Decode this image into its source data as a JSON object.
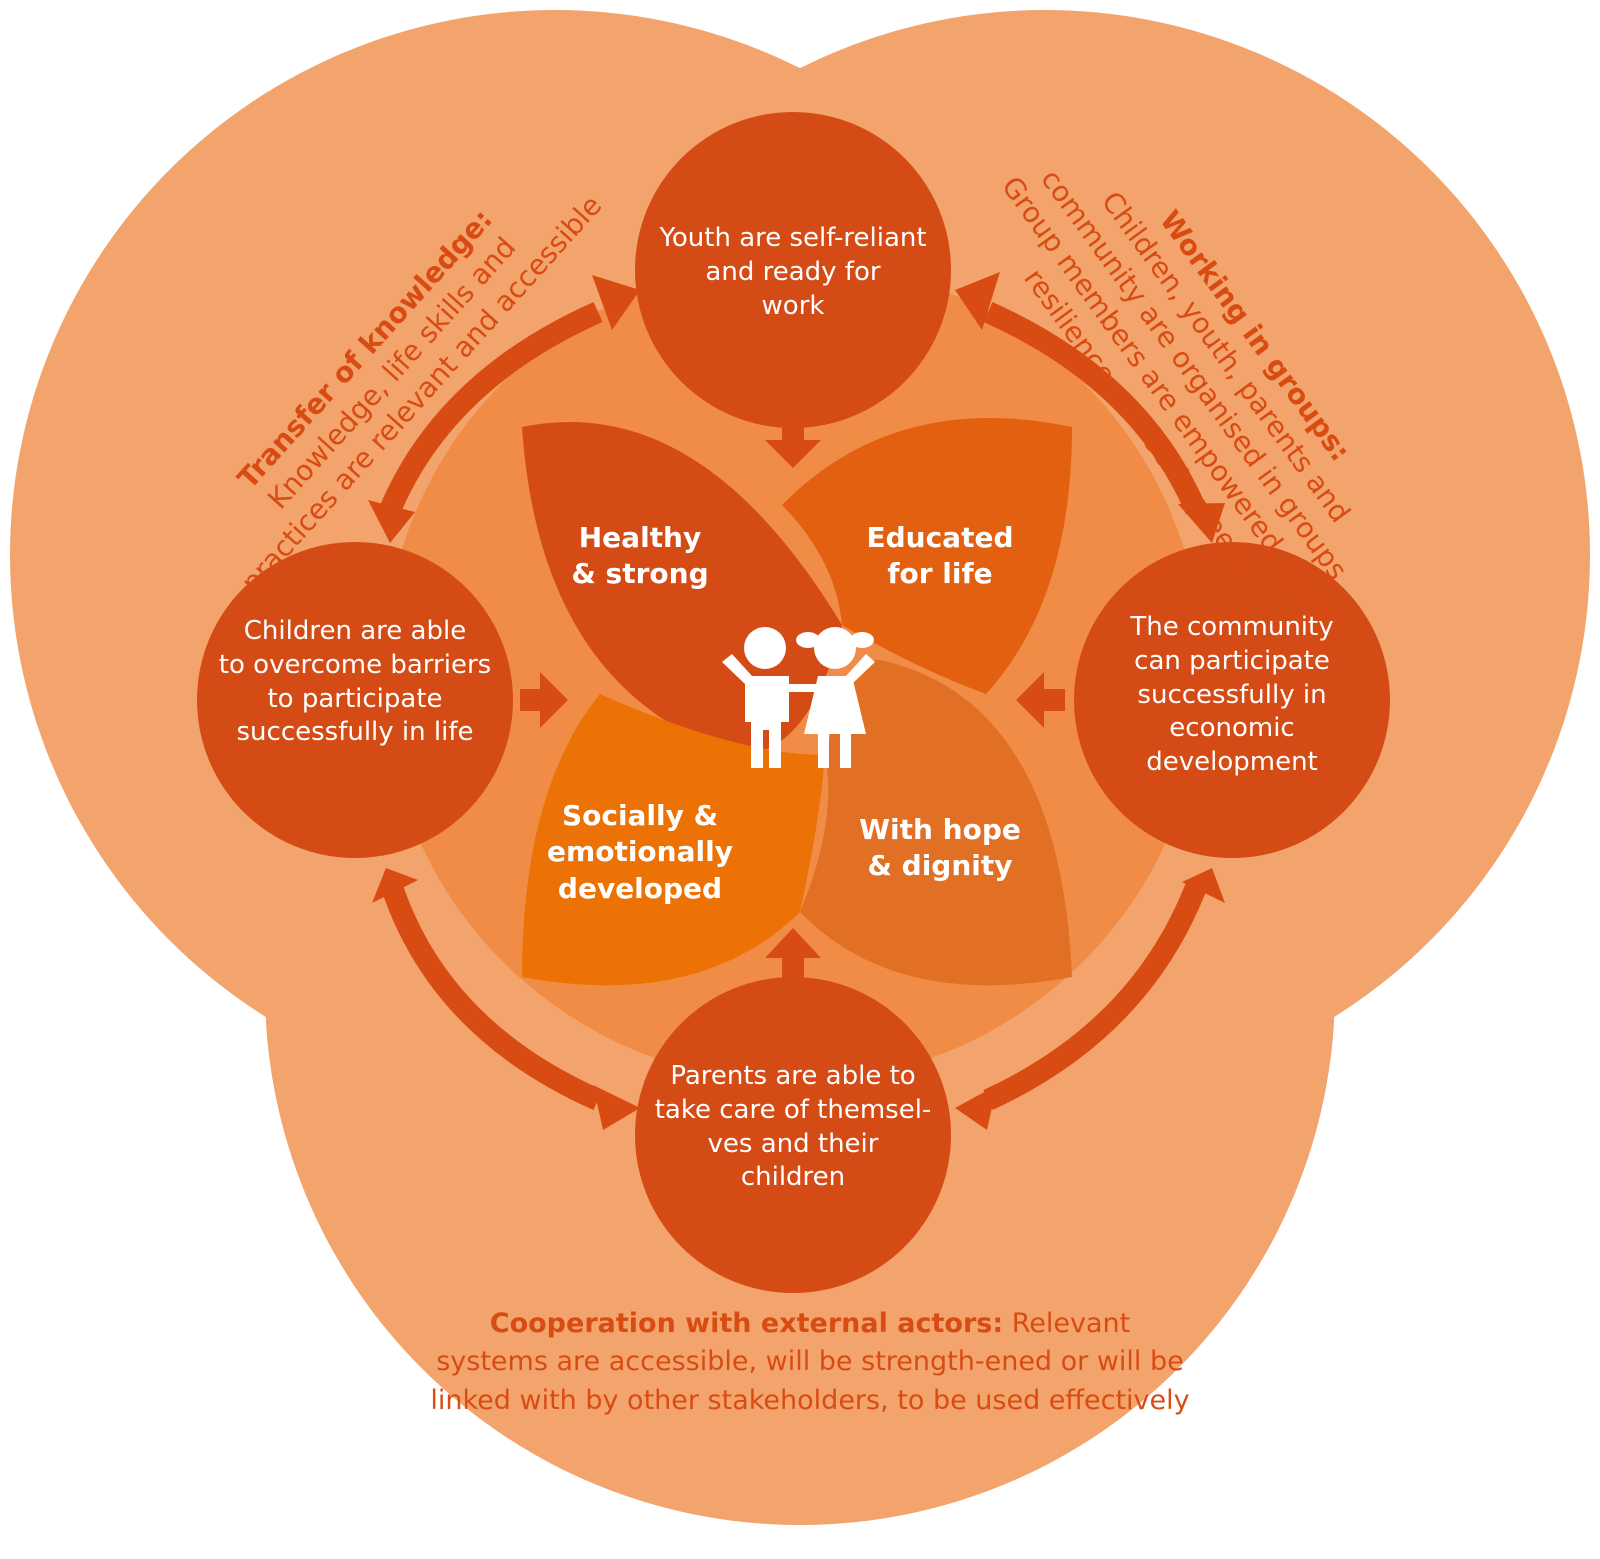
{
  "colors": {
    "outer": "#f3a46c",
    "ring": "#f08c45",
    "circle": "#d54b16",
    "petal_tl": "#d54b16",
    "petal_tr": "#e2600f",
    "petal_bl": "#ed7205",
    "petal_br": "#e27024",
    "arrow": "#d84c14",
    "label": "#d84c14"
  },
  "nodes": {
    "top": {
      "lines": [
        "Youth are self-reliant",
        "and ready for",
        "work"
      ]
    },
    "left": {
      "lines": [
        "Children are able",
        "to overcome barriers",
        "to participate",
        "successfully in life"
      ]
    },
    "right": {
      "lines": [
        "The community",
        "can participate",
        "successfully in",
        "economic",
        "development"
      ]
    },
    "bottom": {
      "lines": [
        "Parents are able to",
        "take care of themsel-",
        "ves and their",
        "children"
      ]
    }
  },
  "petals": {
    "tl": {
      "lines": [
        "Healthy",
        "& strong"
      ]
    },
    "tr": {
      "lines": [
        "Educated",
        "for life"
      ]
    },
    "bl": {
      "lines": [
        "Socially &",
        "emotionally",
        "developed"
      ]
    },
    "br": {
      "lines": [
        "With hope",
        "& dignity"
      ]
    }
  },
  "center_icon": "two-children-icon",
  "outer_labels": {
    "knowledge": {
      "title": "Transfer of knowledge:",
      "lines": [
        "Knowledge, life skills and",
        "practices are relevant and accessible"
      ]
    },
    "groups": {
      "title": "Working in groups:",
      "lines": [
        "Children, youth, parents and",
        "community are organised in groups.",
        "Group members are empowered, have",
        "resilience and self-esteem."
      ]
    },
    "cooperation": {
      "title": "Cooperation with external actors:",
      "text": "Relevant systems are accessible, will be strength-ened or will be linked with by other stakeholders, to be used effectively"
    }
  }
}
